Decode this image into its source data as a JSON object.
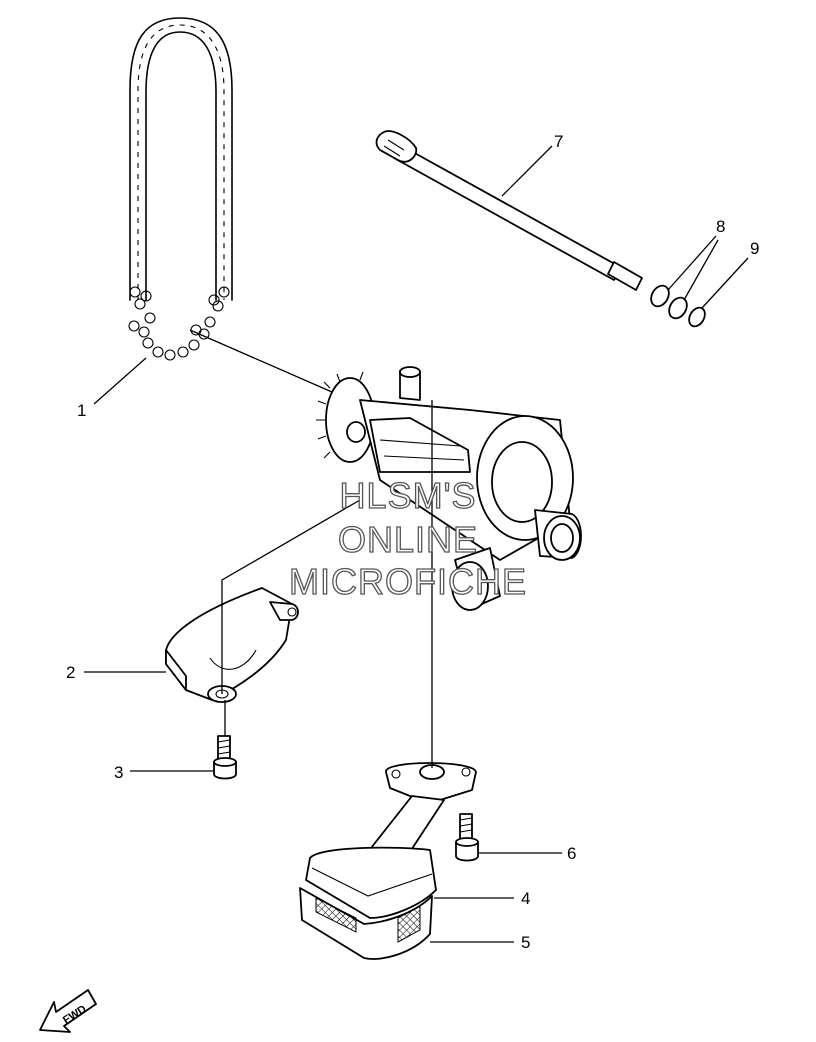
{
  "callouts": [
    "1",
    "2",
    "3",
    "4",
    "5",
    "6",
    "7",
    "8",
    "9"
  ],
  "watermark": {
    "line1": "HLSM'S",
    "line2": "ONLINE",
    "line3": "MICROFICHE"
  },
  "fwd_label": "FWD"
}
